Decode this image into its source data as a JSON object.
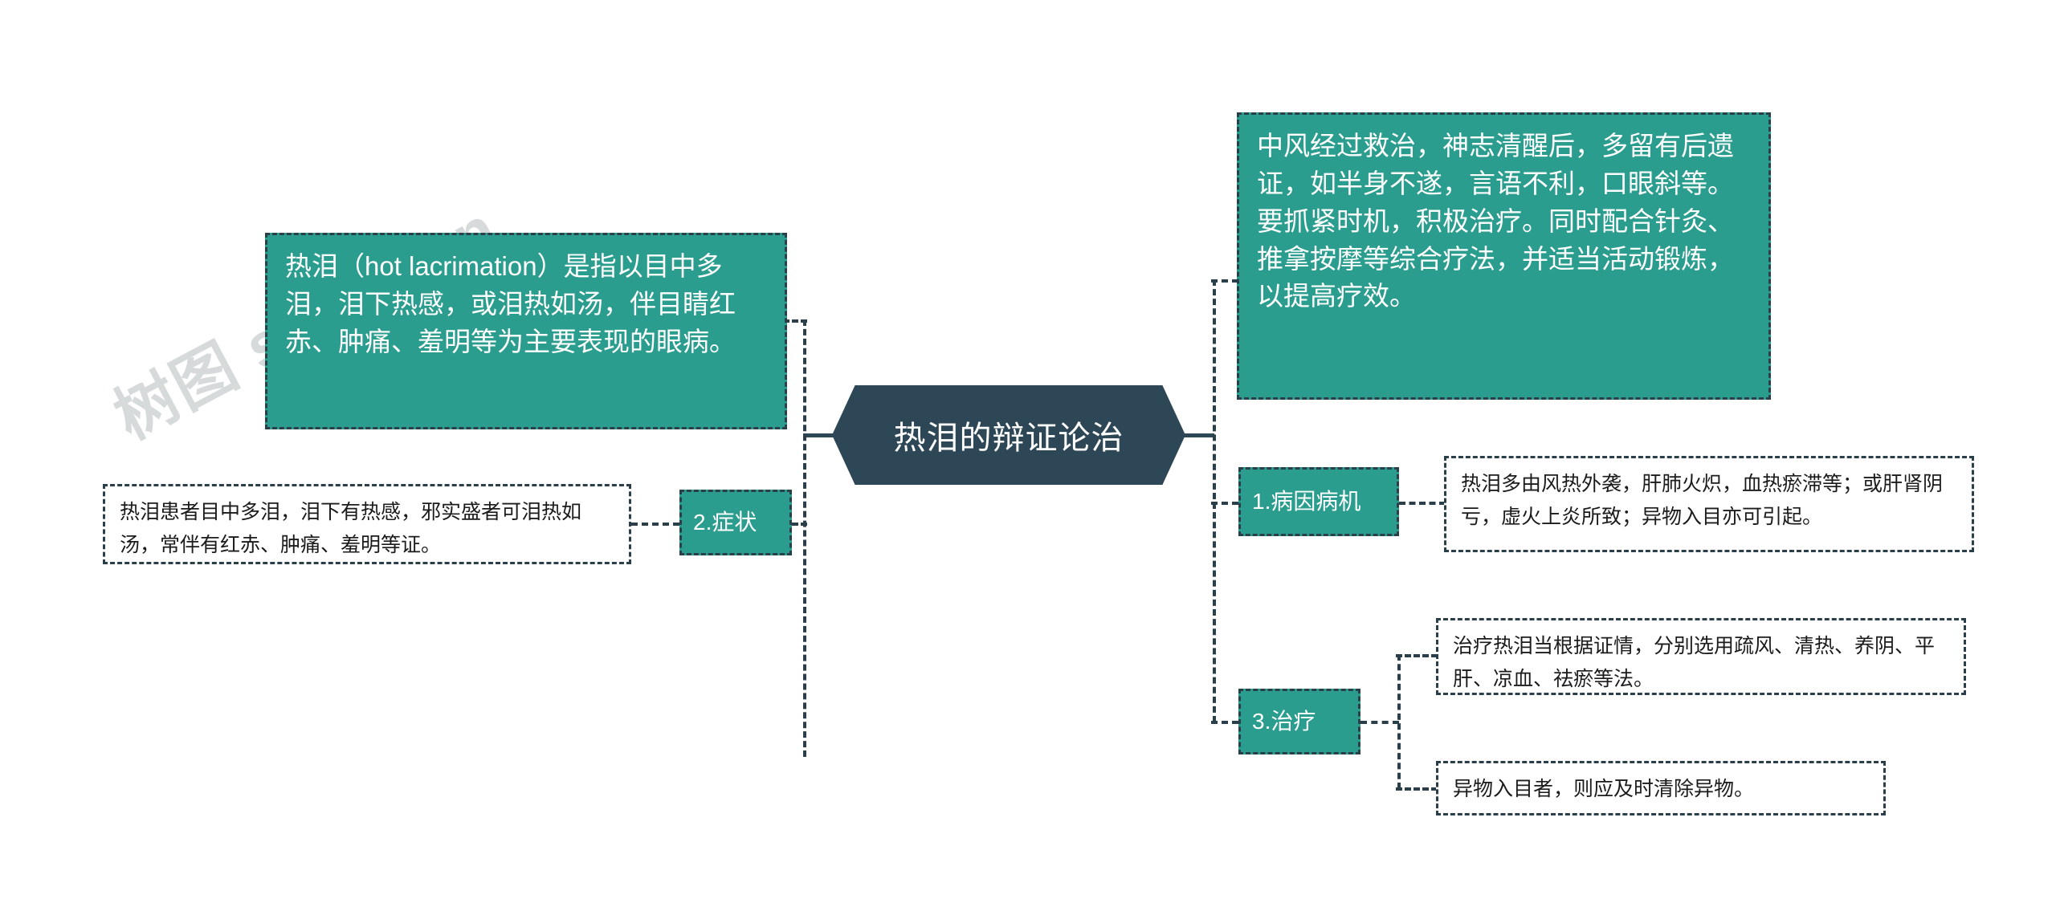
{
  "page": {
    "title": "热泪的辩证论治",
    "watermark": "树图 shutu.cn",
    "background": "#ffffff"
  },
  "colors": {
    "green": "#2a9d8f",
    "dark_slate": "#2e4756",
    "border": "#2b3f4a",
    "text_light": "#ffffff",
    "text_dark": "#1b1b1b",
    "watermark": "#c9ccce"
  },
  "center": {
    "label": "热泪的辩证论治"
  },
  "branches": {
    "left": [
      {
        "id": "definition",
        "style": "green",
        "text": "热泪（hot lacrimation）是指以目中多泪，泪下热感，或泪热如汤，伴目睛红赤、肿痛、羞明等为主要表现的眼病。"
      },
      {
        "id": "symptoms",
        "style": "green-label",
        "label": "2.症状",
        "detail": "热泪患者目中多泪，泪下有热感，邪实盛者可泪热如汤，常伴有红赤、肿痛、羞明等证。"
      }
    ],
    "right": [
      {
        "id": "stroke-sequelae",
        "style": "green",
        "text": "中风经过救治，神志清醒后，多留有后遗证，如半身不遂，言语不利，口眼斜等。要抓紧时机，积极治疗。同时配合针灸、推拿按摩等综合疗法，并适当活动锻炼，以提高疗效。"
      },
      {
        "id": "etiology",
        "style": "green-label",
        "label": "1.病因病机",
        "details": [
          "热泪多由风热外袭，肝肺火炽，血热瘀滞等；或肝肾阴亏，虚火上炎所致；异物入目亦可引起。"
        ]
      },
      {
        "id": "treatment",
        "style": "green-label",
        "label": "3.治疗",
        "details": [
          "治疗热泪当根据证情，分别选用疏风、清热、养阴、平肝、凉血、祛瘀等法。",
          "异物入目者，则应及时清除异物。"
        ]
      }
    ]
  }
}
